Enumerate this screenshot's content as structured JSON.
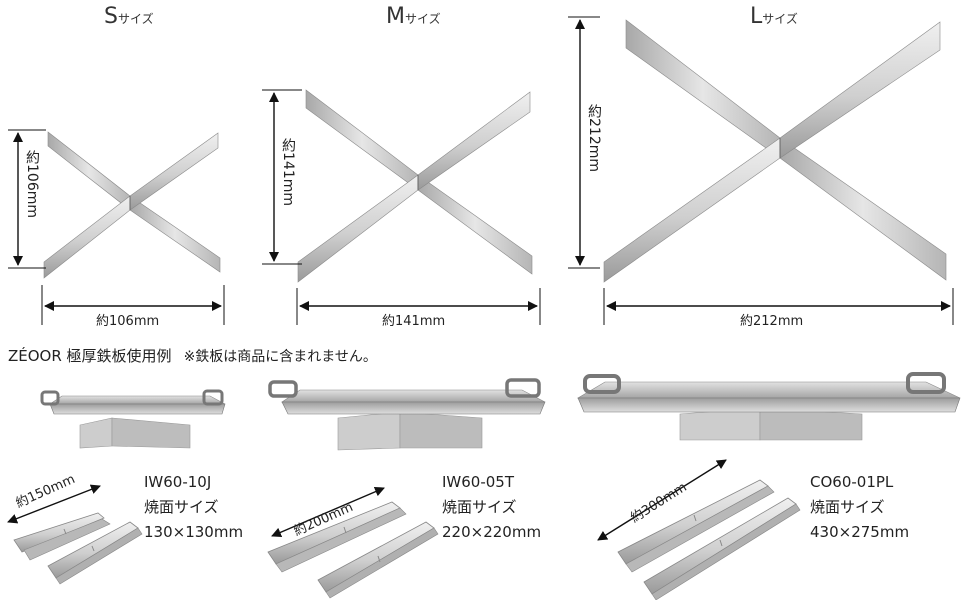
{
  "sizes": [
    {
      "letter": "S",
      "suffix": "サイズ",
      "width": "約106mm",
      "height": "約106mm"
    },
    {
      "letter": "M",
      "suffix": "サイズ",
      "width": "約141mm",
      "height": "約141mm"
    },
    {
      "letter": "L",
      "suffix": "サイズ",
      "width": "約212mm",
      "height": "約212mm"
    }
  ],
  "example": {
    "title": "ZÉOOR 極厚鉄板使用例",
    "note": "※鉄板は商品に含まれません。"
  },
  "models": [
    {
      "code": "IW60-10J",
      "label": "焼面サイズ",
      "dims": "130×130mm",
      "plate_length": "約150mm"
    },
    {
      "code": "IW60-05T",
      "label": "焼面サイズ",
      "dims": "220×220mm",
      "plate_length": "約200mm"
    },
    {
      "code": "CO60-01PL",
      "label": "焼面サイズ",
      "dims": "430×275mm",
      "plate_length": "約300mm"
    }
  ],
  "colors": {
    "steel_light": "#e4e4e4",
    "steel_dark": "#8c8c8c",
    "text": "#222222"
  }
}
